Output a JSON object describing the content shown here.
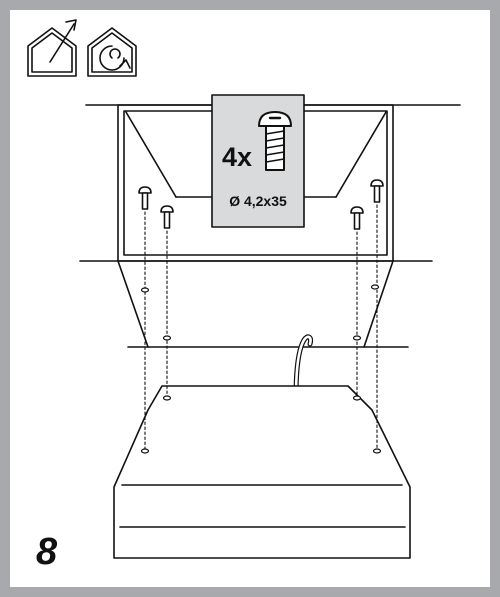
{
  "step": {
    "number": "8"
  },
  "screw_callout": {
    "quantity": "4x",
    "size": "Ø 4,2x35"
  },
  "icons": [
    "house-exhaust-icon",
    "house-recirculation-icon"
  ],
  "colors": {
    "frame": "#a8a9ac",
    "callout_background": "#d9dadc",
    "line": "#111111"
  }
}
